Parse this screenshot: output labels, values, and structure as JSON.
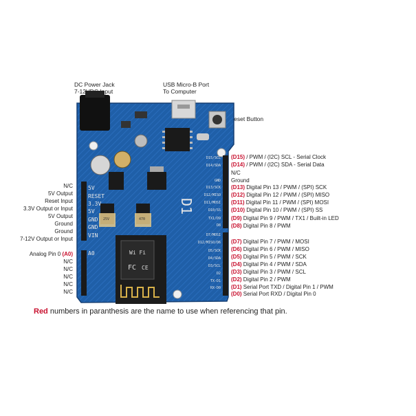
{
  "top_labels": {
    "dc_jack": [
      "DC Power Jack",
      "7-12VDC Input"
    ],
    "usb_port": [
      "USB Micro-B Port",
      "To Computer"
    ],
    "reset_button": "Reset Button"
  },
  "left_pins": [
    {
      "text": "N/C",
      "code": ""
    },
    {
      "text": "5V Output",
      "code": ""
    },
    {
      "text": "Reset Input",
      "code": ""
    },
    {
      "text": "3.3V Output or Input",
      "code": ""
    },
    {
      "text": "5V Output",
      "code": ""
    },
    {
      "text": "Ground",
      "code": ""
    },
    {
      "text": "Ground",
      "code": ""
    },
    {
      "text": "7-12V Output or Input",
      "code": ""
    },
    {
      "text": "Analog Pin 0 ",
      "code": "(A0)"
    },
    {
      "text": "N/C",
      "code": ""
    },
    {
      "text": "N/C",
      "code": ""
    },
    {
      "text": "N/C",
      "code": ""
    },
    {
      "text": "N/C",
      "code": ""
    },
    {
      "text": "N/C",
      "code": ""
    }
  ],
  "right_pins": [
    {
      "code": "(D15)",
      "text": " / PWM / (I2C) SCL - Serial Clock"
    },
    {
      "code": "(D14)",
      "text": " / PWM / (I2C) SDA - Serial Data"
    },
    {
      "code": "",
      "text": "N/C"
    },
    {
      "code": "",
      "text": "Ground"
    },
    {
      "code": "(D13)",
      "text": " Digital Pin 13 / PWM / (SPI) SCK"
    },
    {
      "code": "(D12)",
      "text": " Digital Pin 12 / PWM / (SPI) MISO"
    },
    {
      "code": "(D11)",
      "text": " Digital Pin 11 / PWM / (SPI) MOSI"
    },
    {
      "code": "(D10)",
      "text": " Digital Pin 10 / PWM / (SPI) SS"
    },
    {
      "code": "(D9)",
      "text": " Digital Pin 9 / PWM / TX1 / Built-in LED"
    },
    {
      "code": "(D8)",
      "text": " Digital Pin 8 / PWM"
    },
    {
      "code": "(D7)",
      "text": " Digital Pin 7 / PWM / MOSI"
    },
    {
      "code": "(D6)",
      "text": " Digital Pin 6 / PWM / MISO"
    },
    {
      "code": "(D5)",
      "text": " Digital Pin 5 / PWM / SCK"
    },
    {
      "code": "(D4)",
      "text": " Digital Pin 4 / PWM / SDA"
    },
    {
      "code": "(D3)",
      "text": " Digital Pin 3 / PWM / SCL"
    },
    {
      "code": "(D2)",
      "text": " Digital Pin 2 / PWM"
    },
    {
      "code": "(D1)",
      "text": " Serial Port TXD / Digital Pin 1 / PWM"
    },
    {
      "code": "(D0)",
      "text": " Serial Port RXD / Digital Pin 0"
    }
  ],
  "board": {
    "logo": "D1",
    "left_silk": [
      "5V",
      "RESET",
      "3.3V",
      "5V",
      "GND",
      "GND",
      "VIN",
      "A0"
    ],
    "right_silk": [
      "D15/SCL",
      "D14/SDA",
      "GND",
      "D13/SCK",
      "D12/MISO",
      "D11/MOSI",
      "D10/SS",
      "TX1/D9",
      "D8",
      "D7/MOSI",
      "D12/MISO/D6",
      "D5/SCK",
      "D4/SDA",
      "D3/SCL",
      "D2",
      "TX-D1",
      "RX-D0"
    ],
    "module_text": [
      "Wi Fi",
      "FC",
      "CE"
    ],
    "cap_labels": [
      "25V",
      "470"
    ]
  },
  "footnote": {
    "red_word": "Red",
    "rest": " numbers in paranthesis are the name to use when referencing that pin."
  },
  "colors": {
    "board": "#1f5fa8",
    "board_dark": "#174a86",
    "header": "#1a1a1a",
    "module": "#1c1c1c",
    "accent_red": "#c8102e"
  }
}
